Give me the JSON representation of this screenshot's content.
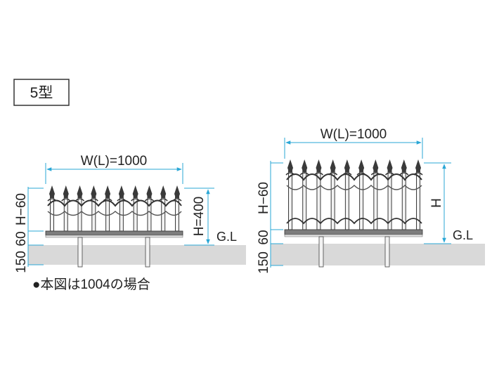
{
  "type_label": "5型",
  "note": "●本図は1004の場合",
  "left_figure": {
    "width_label": "W(L)=1000",
    "height_label": "H=400",
    "gl_label": "G.L",
    "side_dims": [
      "H−60",
      "60",
      "150"
    ]
  },
  "right_figure": {
    "width_label": "W(L)=1000",
    "height_label": "H",
    "gl_label": "G.L",
    "side_dims": [
      "H−60",
      "60",
      "150"
    ]
  },
  "colors": {
    "dimension_line": "#2aa7d6",
    "ground_fill": "#d9d9d9",
    "fence_dark": "#3a3a3a",
    "fence_light": "#f2f2f2"
  }
}
